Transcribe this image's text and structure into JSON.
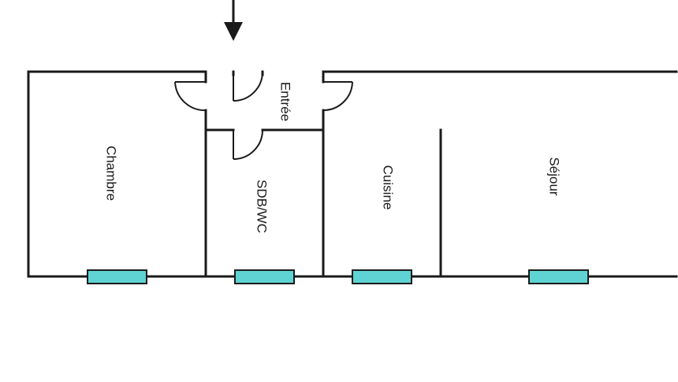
{
  "plan": {
    "rooms": [
      {
        "id": "chambre",
        "label": "Chambre"
      },
      {
        "id": "sdbwc",
        "label": "SDB/WC"
      },
      {
        "id": "entree",
        "label": "Entrée"
      },
      {
        "id": "cuisine",
        "label": "Cuisine"
      },
      {
        "id": "sejour",
        "label": "Séjour"
      }
    ],
    "entrance_arrow_icon": "arrow-down-icon",
    "window_color": "#5fd3d3",
    "wall_color": "#1a1a1a"
  }
}
